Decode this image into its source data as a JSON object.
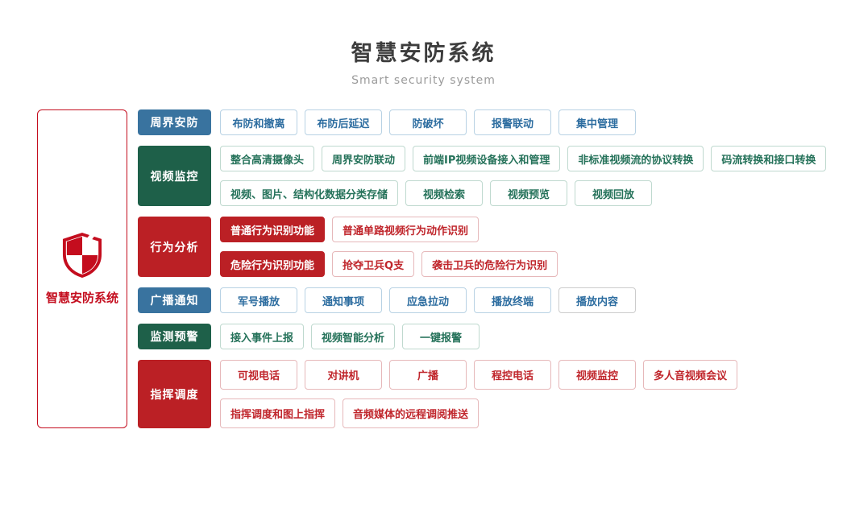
{
  "header": {
    "title": "智慧安防系统",
    "subtitle": "Smart security system"
  },
  "root": {
    "label": "智慧安防系统",
    "icon": "shield-icon"
  },
  "colors": {
    "blue": {
      "block": "#39739f",
      "text": "#2d6da0",
      "border": "#b8d2e4"
    },
    "green": {
      "block": "#1e6049",
      "text": "#25725a",
      "border": "#bfd9cf"
    },
    "red": {
      "block": "#bb2025",
      "text": "#c0262c",
      "border": "#e6b8ba"
    },
    "accent_red": "#c40d1e",
    "muted_border": "#cccccc",
    "title_text": "#3d3d3d",
    "subtitle_text": "#9b9b9b"
  },
  "sections": [
    {
      "id": "perimeter-security",
      "label": "周界安防",
      "color": "blue",
      "rows": [
        [
          {
            "text": "布防和撤离"
          },
          {
            "text": "布防后延迟"
          },
          {
            "text": "防破坏"
          },
          {
            "text": "报警联动"
          },
          {
            "text": "集中管理"
          }
        ]
      ]
    },
    {
      "id": "video-surveillance",
      "label": "视频监控",
      "color": "green",
      "rows": [
        [
          {
            "text": "整合高清摄像头"
          },
          {
            "text": "周界安防联动"
          },
          {
            "text": "前端IP视频设备接入和管理"
          },
          {
            "text": "非标准视频流的协议转换"
          },
          {
            "text": "码流转换和接口转换"
          }
        ],
        [
          {
            "text": "视频、图片、结构化数据分类存储"
          },
          {
            "text": "视频检索"
          },
          {
            "text": "视频预览"
          },
          {
            "text": "视频回放"
          }
        ]
      ]
    },
    {
      "id": "behavior-analysis",
      "label": "行为分析",
      "color": "red",
      "rows": [
        [
          {
            "text": "普通行为识别功能",
            "solid": true
          },
          {
            "text": "普通单路视频行为动作识别"
          }
        ],
        [
          {
            "text": "危险行为识别功能",
            "solid": true
          },
          {
            "text": "抢夺卫兵Q支"
          },
          {
            "text": "袭击卫兵的危险行为识别"
          }
        ]
      ]
    },
    {
      "id": "broadcast-notice",
      "label": "广播通知",
      "color": "blue",
      "rows": [
        [
          {
            "text": "军号播放"
          },
          {
            "text": "通知事项"
          },
          {
            "text": "应急拉动"
          },
          {
            "text": "播放终端"
          },
          {
            "text": "播放内容",
            "muted_border": true
          }
        ]
      ]
    },
    {
      "id": "monitor-warning",
      "label": "监测预警",
      "color": "green",
      "rows": [
        [
          {
            "text": "接入事件上报"
          },
          {
            "text": "视频智能分析"
          },
          {
            "text": "一键报警"
          }
        ]
      ]
    },
    {
      "id": "command-dispatch",
      "label": "指挥调度",
      "color": "red",
      "rows": [
        [
          {
            "text": "可视电话"
          },
          {
            "text": "对讲机"
          },
          {
            "text": "广播"
          },
          {
            "text": "程控电话"
          },
          {
            "text": "视频监控"
          },
          {
            "text": "多人音视频会议"
          }
        ],
        [
          {
            "text": "指挥调度和图上指挥"
          },
          {
            "text": "音频媒体的远程调阅推送"
          }
        ]
      ]
    }
  ]
}
